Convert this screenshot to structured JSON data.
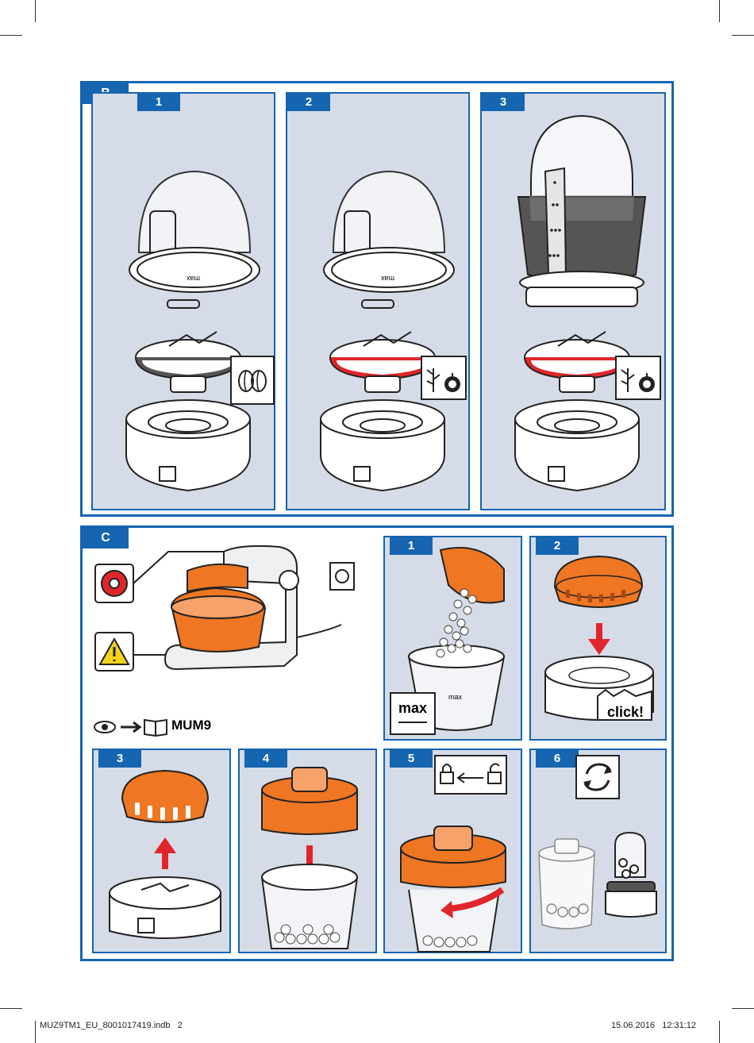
{
  "sections": {
    "b": {
      "label": "B",
      "steps": [
        "1",
        "2",
        "3"
      ],
      "cup_mark": "max"
    },
    "c": {
      "label": "C",
      "steps": [
        "1",
        "2",
        "3",
        "4",
        "5",
        "6"
      ],
      "manual_ref": "MUM9",
      "max_label": "max",
      "jar_mark": "max",
      "click_text": "click!"
    }
  },
  "colors": {
    "brand_blue": "#1565b0",
    "panel_bg": "#d6dce7",
    "accent_orange": "#ef7622",
    "seal_red": "#e0262b",
    "seal_gray": "#555555"
  },
  "icons": [
    "coffee-beans-icon",
    "herbs-onion-icon",
    "warning-icon",
    "speed-dial-icon",
    "eye-icon",
    "arrow-right-icon",
    "book-icon",
    "lock-arrow-unlock-icon",
    "rotate-icon"
  ],
  "footer": {
    "file": "MUZ9TM1_EU_8001017419.indb   2",
    "date": "15.06.2016   12:31:12"
  }
}
